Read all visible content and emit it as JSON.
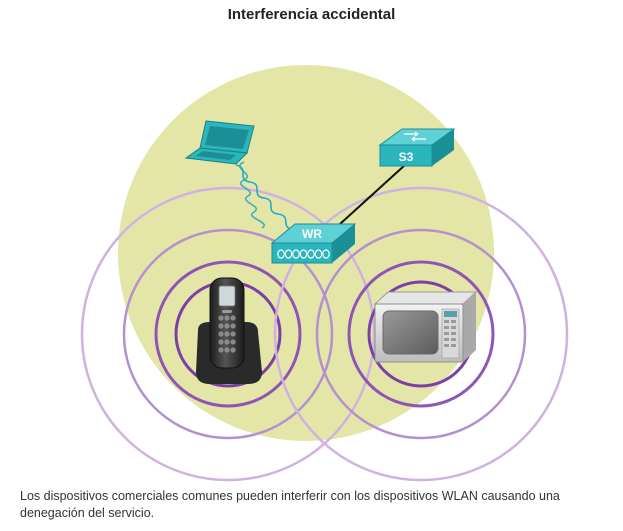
{
  "title": "Interferencia accidental",
  "devices": {
    "switch_label": "S3",
    "router_label": "WR"
  },
  "caption": "Los dispositivos comerciales comunes pueden interferir con los dispositivos WLAN causando una denegación del servicio.",
  "colors": {
    "coverage": "#e4e6a8",
    "ring_outer": "#c8a8dc",
    "ring_inner": "#8a4bb0",
    "device_teal": "#2bb5bd",
    "device_teal_dark": "#1a8f96"
  },
  "icons": [
    "laptop-icon",
    "switch-icon",
    "wireless-router-icon",
    "cordless-phone-icon",
    "microwave-icon"
  ]
}
